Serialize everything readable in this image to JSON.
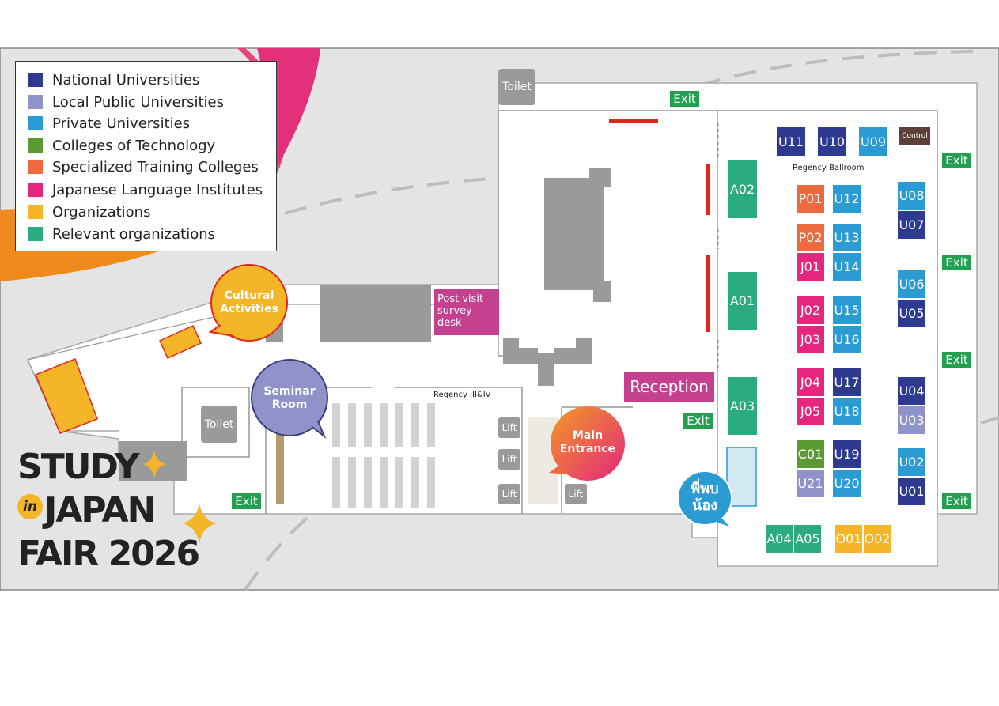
{
  "legend": [
    {
      "label": "National Universities",
      "color": "#2e3a8f"
    },
    {
      "label": "Local Public Universities",
      "color": "#8f93c9"
    },
    {
      "label": "Private Universities",
      "color": "#2a9bd3"
    },
    {
      "label": "Colleges of Technology",
      "color": "#5c9a34"
    },
    {
      "label": "Specialized Training Colleges",
      "color": "#ec6a3d"
    },
    {
      "label": "Japanese Language Institutes",
      "color": "#e4267f"
    },
    {
      "label": "Organizations",
      "color": "#f5b528"
    },
    {
      "label": "Relevant organizations",
      "color": "#2bab80"
    }
  ],
  "booths": {
    "u11": "U11",
    "u10": "U10",
    "u09": "U09",
    "control": "Control",
    "a02": "A02",
    "a01": "A01",
    "a03": "A03",
    "p01": "P01",
    "u12": "U12",
    "p02": "P02",
    "u13": "U13",
    "j01": "J01",
    "u14": "U14",
    "j02": "J02",
    "u15": "U15",
    "j03": "J03",
    "u16": "U16",
    "j04": "J04",
    "u17": "U17",
    "j05": "J05",
    "u18": "U18",
    "c01": "C01",
    "u19": "U19",
    "u21": "U21",
    "u20": "U20",
    "u08": "U08",
    "u07": "U07",
    "u06": "U06",
    "u05": "U05",
    "u04": "U04",
    "u03": "U03",
    "u02": "U02",
    "u01": "U01",
    "a04": "A04",
    "a05": "A05",
    "o01": "O01",
    "o02": "O02"
  },
  "labels": {
    "regency_ballroom": "Regency Ballroom",
    "regency_3_4": "Regency III&IV",
    "reception": "Reception",
    "post_visit_survey": "Post visit survey desk",
    "exit": "Exit",
    "toilet": "Toilet",
    "lift": "Lift",
    "cultural_activities": "Cultural Activities",
    "seminar_room": "Seminar Room",
    "main_entrance": "Main Entrance",
    "pee_pob_nong": "พี่พบน้อง"
  },
  "title": {
    "line1": "STUDY",
    "in": "in",
    "line2": "JAPAN",
    "line3": "FAIR 2026"
  },
  "colors": {
    "national": "#2e3a8f",
    "local_public": "#8f93c9",
    "private": "#2a9bd3",
    "technology": "#5c9a34",
    "specialized": "#ec6a3d",
    "language": "#e4267f",
    "organizations": "#f5b528",
    "relevant": "#2bab80",
    "exit": "#22a050",
    "reception": "#c5418f",
    "background": "#e5e5e5"
  }
}
